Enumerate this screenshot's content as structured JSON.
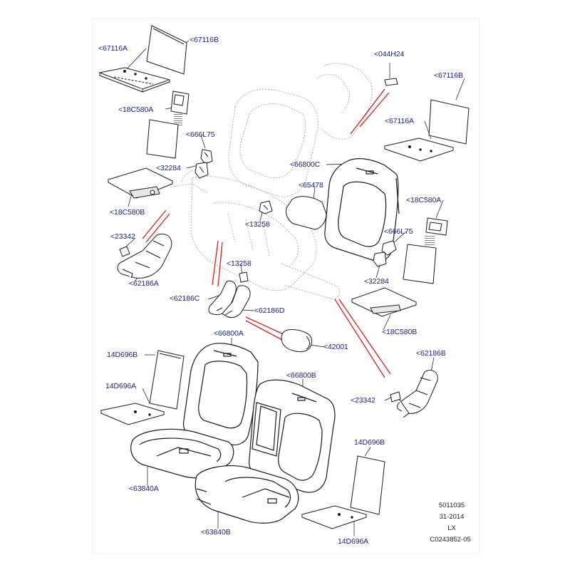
{
  "diagram": {
    "callouts": {
      "c67116A_top": "<67116A",
      "c67116B_top": "<67116B",
      "c044H24": "<044H24",
      "c67116B_right": "<67116B",
      "c18C580A_left": "<18C580A",
      "c666L75_left": "<666L75",
      "c67116A_right": "<67116A",
      "c32284_left": "<32284",
      "c66800C": "<66800C",
      "c65478": "<65478",
      "c18C580B_left": "<18C580B",
      "c18C580A_right": "<18C580A",
      "c13258_mid": "<13258",
      "c23342_left": "<23342",
      "c666L75_right": "<666L75",
      "c62186A": "<62186A",
      "c13258_low": "<13258",
      "c32284_right": "<32284",
      "c62186C": "<62186C",
      "c62186D": "<62186D",
      "c18C580B_right": "<18C580B",
      "c66800A": "<66800A",
      "c42001": "<42001",
      "c14D696B_left": "14D696B",
      "c62186B": "<62186B",
      "c14D696A_left": "14D696A",
      "c66800B": "<66800B",
      "c23342_right": "<23342",
      "c14D696B_right": "14D696B",
      "c63840A": "<63840A",
      "c63840B": "<63840B",
      "c14D696A_right": "14D696A"
    },
    "footer": {
      "line1": "5011035",
      "line2": "31-2014",
      "line3": "LX",
      "line4": "C0243852-05"
    },
    "colors": {
      "label": "#1a1f7a",
      "outline": "#1a1a1a",
      "ghost": "#9a9a9a",
      "leader_red": "#d21f1f"
    }
  }
}
